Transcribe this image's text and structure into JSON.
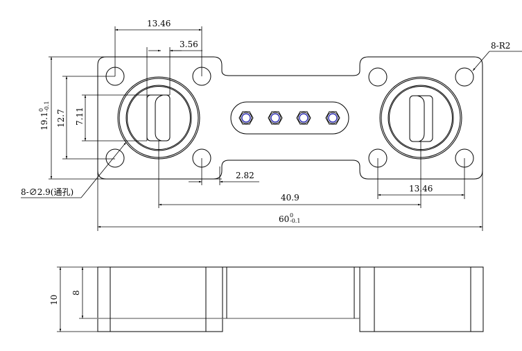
{
  "dimensions": {
    "top_hole_spacing": "13.46",
    "slot_width": "3.56",
    "overall_height": "19.1",
    "overall_height_tol_upper": "0",
    "overall_height_tol_lower": "-0.1",
    "hole_pattern_height": "12.7",
    "slot_height": "7.11",
    "neck_offset": "2.82",
    "holes_callout": "8-∅2.9(通孔)",
    "corner_radius_callout": "8-R2",
    "bottom_hole_spacing": "13.46",
    "port_spacing": "40.9",
    "overall_length": "60",
    "overall_length_tol_upper": "0",
    "overall_length_tol_lower": "-0.1",
    "total_thickness": "10",
    "flange_thickness": "8"
  },
  "colors": {
    "line": "#000000",
    "connector": "#2a2ab0"
  }
}
